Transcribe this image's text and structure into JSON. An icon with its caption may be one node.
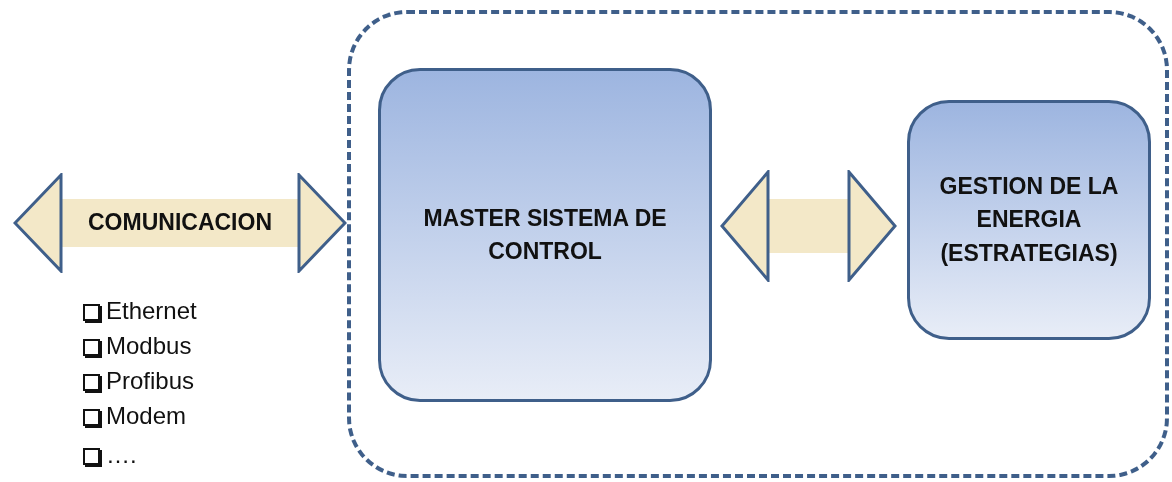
{
  "diagram": {
    "nodes": [
      {
        "text": [],
        "shape": "box"
      },
      {
        "text": [
          "MASTER SISTEMA DE CONTROL"
        ],
        "in": 0
      },
      {
        "text": [
          "GESTION DE LA ENERGIA (ESTRATEGIAS)"
        ],
        "in": 0
      }
    ],
    "edges": [
      {
        "from": null,
        "to": 0,
        "arrow": "both",
        "label": "COMUNICACION"
      },
      {
        "from": 1,
        "to": 2,
        "arrow": "both"
      }
    ],
    "labels": [
      "Ethernet",
      "Modbus",
      "Profibus",
      "Modem",
      "…."
    ]
  }
}
